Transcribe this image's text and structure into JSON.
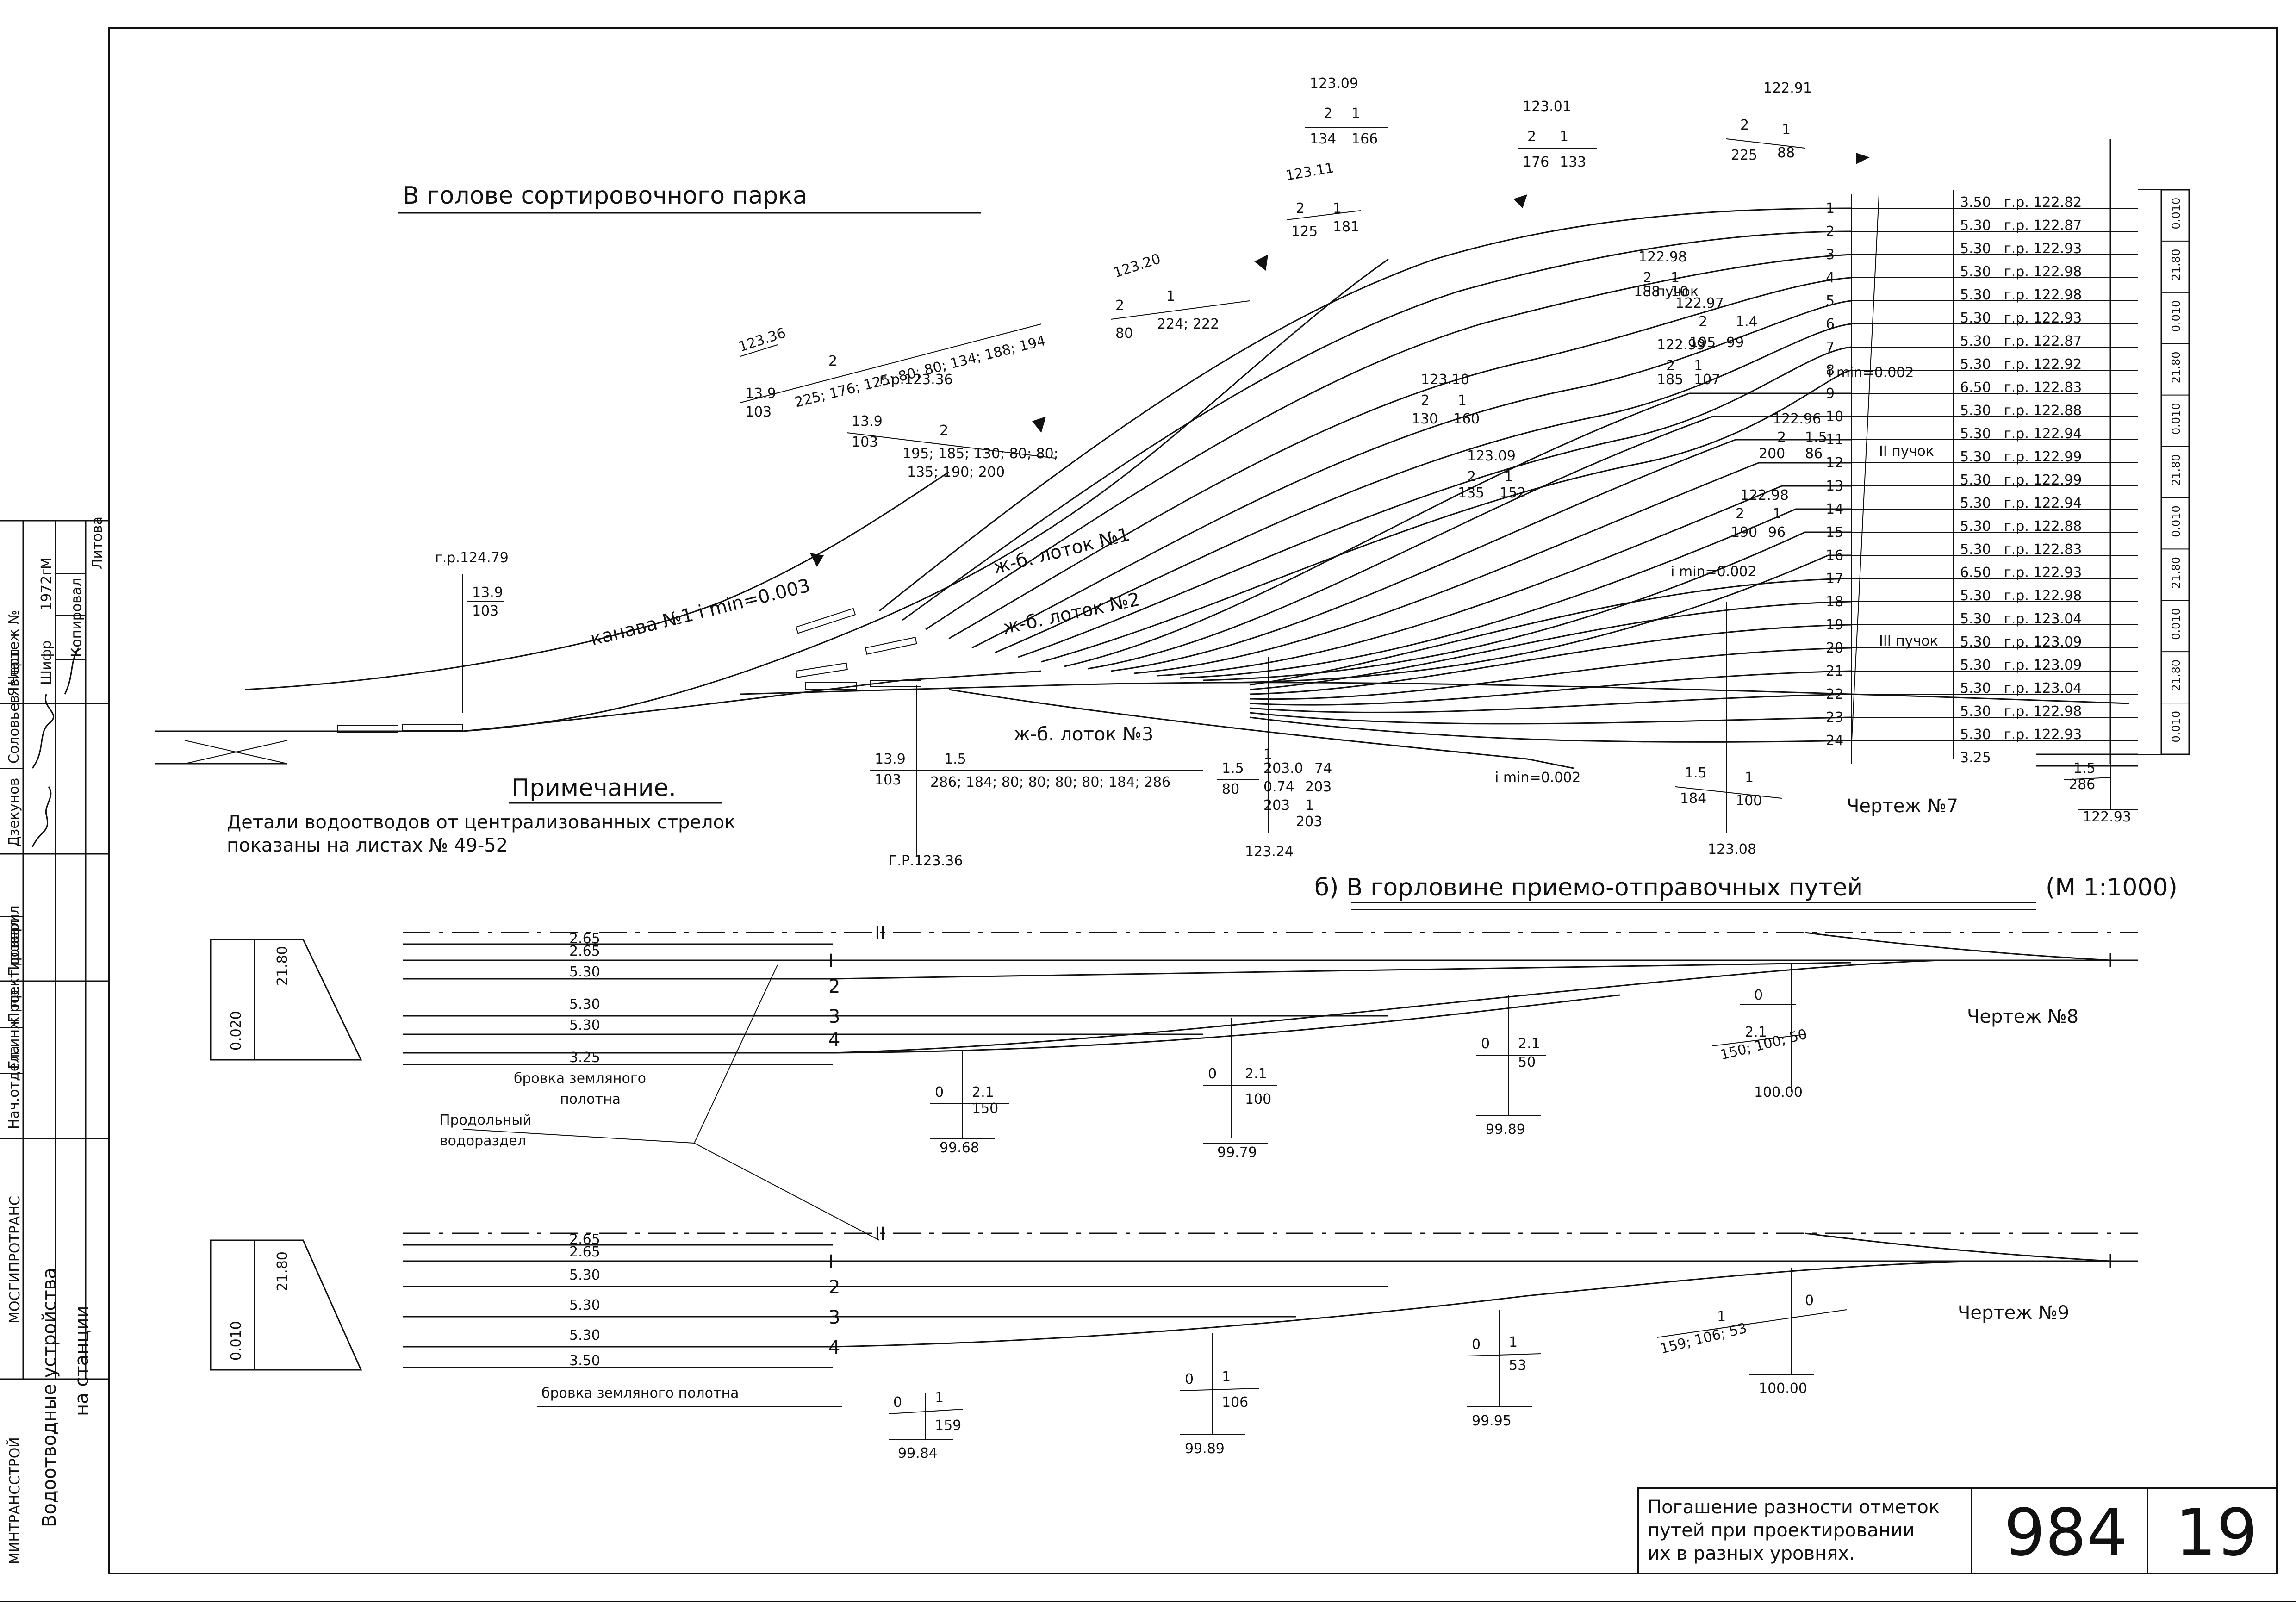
{
  "stamp": {
    "org1": "МИНТРАНССТРОЙ",
    "org2": "МОСГИПРОТРАНС",
    "subject_line1": "Водоотводные устройства",
    "subject_line2": "на станции",
    "rows": [
      {
        "role": "Нач.отдела",
        "name": "Дзекунов"
      },
      {
        "role": "Гл.инж. пр.",
        "name": "Соловьев"
      },
      {
        "role": "Проектировал",
        "name": "Явлаш"
      },
      {
        "role": "Проверил",
        "name": ""
      }
    ],
    "right_rows": [
      "Чертеж №",
      "Шифр",
      "1972г",
      "М",
      "Копировал",
      "Литова"
    ]
  },
  "title_a": "В голове сортировочного парка",
  "title_b": "б) В горловине приемо-отправочных путей",
  "title_b_scale": "(М 1:1000)",
  "note_title": "Примечание.",
  "note_text_1": "Детали водоотводов от централизованных стрелок",
  "note_text_2": "показаны на листах № 49-52",
  "canal_1": "канава №1 i min=0.003",
  "tray_1": "ж-б. лоток №1",
  "tray_2": "ж-б. лоток №2",
  "tray_3": "ж-б. лоток №3",
  "imin_8": "i min=0.002",
  "imin_16": "i min=0.002",
  "imin_24": "i min=0.002",
  "bundles": {
    "b1": "I пучок",
    "b2": "II пучок",
    "b3": "III пучок"
  },
  "track_numbers": [
    "1",
    "2",
    "3",
    "4",
    "5",
    "6",
    "7",
    "8",
    "9",
    "10",
    "11",
    "12",
    "13",
    "14",
    "15",
    "16",
    "17",
    "18",
    "19",
    "20",
    "21",
    "22",
    "23",
    "24"
  ],
  "track_table": [
    {
      "d": "3.50",
      "gr": "г.р. 122.82"
    },
    {
      "d": "5.30",
      "gr": "г.р. 122.87"
    },
    {
      "d": "5.30",
      "gr": "г.р. 122.93"
    },
    {
      "d": "5.30",
      "gr": "г.р. 122.98"
    },
    {
      "d": "5.30",
      "gr": "г.р. 122.98"
    },
    {
      "d": "5.30",
      "gr": "г.р. 122.93"
    },
    {
      "d": "5.30",
      "gr": "г.р. 122.87"
    },
    {
      "d": "5.30",
      "gr": "г.р. 122.92"
    },
    {
      "d": "6.50",
      "gr": "г.р. 122.83"
    },
    {
      "d": "5.30",
      "gr": "г.р. 122.88"
    },
    {
      "d": "5.30",
      "gr": "г.р. 122.94"
    },
    {
      "d": "5.30",
      "gr": "г.р. 122.99"
    },
    {
      "d": "5.30",
      "gr": "г.р. 122.99"
    },
    {
      "d": "5.30",
      "gr": "г.р. 122.94"
    },
    {
      "d": "5.30",
      "gr": "г.р. 122.88"
    },
    {
      "d": "5.30",
      "gr": "г.р. 122.83"
    },
    {
      "d": "6.50",
      "gr": "г.р. 122.93"
    },
    {
      "d": "5.30",
      "gr": "г.р. 122.98"
    },
    {
      "d": "5.30",
      "gr": "г.р. 123.04"
    },
    {
      "d": "5.30",
      "gr": "г.р. 123.09"
    },
    {
      "d": "5.30",
      "gr": "г.р. 123.09"
    },
    {
      "d": "5.30",
      "gr": "г.р. 123.04"
    },
    {
      "d": "5.30",
      "gr": "г.р. 122.98"
    },
    {
      "d": "5.30",
      "gr": "г.р. 122.93"
    }
  ],
  "track_table_last": "3.25",
  "slopes": [
    "0.010",
    "21.80",
    "0.010",
    "21.80",
    "0.010",
    "21.80",
    "0.010",
    "21.80",
    "0.010",
    "21.80",
    "0.010"
  ],
  "marks_a": [
    {
      "top": "123.36",
      "a": "13.9",
      "b": "2",
      "c": "103",
      "d": "225; 176; 125; 80; 80; 134; 188; 194"
    },
    {
      "top": "г.р.123.36",
      "a": "13.9",
      "b": "2",
      "c": "103",
      "d": "195; 185; 130; 80; 80;",
      "e": "135; 190; 200"
    },
    {
      "top": "г.р.124.79",
      "a": "13.9",
      "c": "103"
    },
    {
      "top": "123.20",
      "a": "2",
      "b": "1",
      "c": "80",
      "d": "224; 222"
    },
    {
      "top": "123.11",
      "a": "2",
      "b": "1",
      "c": "125",
      "d": "181"
    },
    {
      "top": "123.09",
      "a": "2",
      "b": "1",
      "c": "134",
      "d": "166"
    },
    {
      "top": "123.01",
      "a": "2",
      "b": "1",
      "c": "176",
      "d": "133"
    },
    {
      "top": "122.91",
      "a": "2",
      "b": "1",
      "c": "225",
      "d": "88"
    },
    {
      "top": "122.98",
      "a": "2",
      "b": "1",
      "c": "188",
      "d": "10"
    },
    {
      "top": "122.97",
      "a": "2",
      "b": "1.4",
      "c": "195",
      "d": "99"
    },
    {
      "top": "122.99",
      "a": "2",
      "b": "1",
      "c": "185",
      "d": "107"
    },
    {
      "top": "123.10",
      "a": "2",
      "b": "1",
      "c": "130",
      "d": "160"
    },
    {
      "top": "122.96",
      "a": "2",
      "b": "1.5",
      "c": "200",
      "d": "86"
    },
    {
      "top": "123.09",
      "a": "2",
      "b": "1",
      "c": "135",
      "d": "152"
    },
    {
      "top": "122.98",
      "a": "2",
      "b": "1",
      "c": "190",
      "d": "96"
    }
  ],
  "bottom_marks_a": [
    {
      "a": "13.9",
      "b": "1.5",
      "c": "103",
      "d": "286; 184; 80; 80; 80; 80; 184; 286",
      "bot": "Г.Р.123.36"
    },
    {
      "a": "1.5",
      "b": "1",
      "c": "80",
      "d": "203.0",
      "e": "0.74",
      "f": "203",
      "g": "203",
      "h": "1",
      "i": "203",
      "bot": "123.24",
      "x1": "74"
    },
    {
      "a": "1.5",
      "b": "1",
      "c": "184",
      "d": "100",
      "bot": "123.08"
    },
    {
      "a": "1.5",
      "c": "286",
      "bot": "122.93"
    }
  ],
  "drawing_7": "Чертеж №7",
  "drawing_8": "Чертеж №8",
  "drawing_9": "Чертеж №9",
  "sec8": {
    "widths": [
      "2.65",
      "2.65",
      "5.30",
      "5.30",
      "5.30",
      "3.25"
    ],
    "tracks": [
      "II",
      "I",
      "2",
      "3",
      "4"
    ],
    "slope1": "0.020",
    "slope2": "21.80",
    "label1": "бровка земляного",
    "label2": "полотна",
    "label3": "Продольный",
    "label4": "водораздел",
    "marks": [
      {
        "a": "0",
        "b": "2.1",
        "c": "150",
        "bot": "99.68"
      },
      {
        "a": "0",
        "b": "2.1",
        "c": "100",
        "bot": "99.79"
      },
      {
        "a": "0",
        "b": "2.1",
        "c": "50",
        "bot": "99.89"
      },
      {
        "a": "0",
        "b": "2.1",
        "c": "150; 100; 50",
        "bot": "100.00"
      }
    ]
  },
  "sec9": {
    "widths": [
      "2.65",
      "2.65",
      "5.30",
      "5.30",
      "5.30",
      "3.50"
    ],
    "tracks": [
      "II",
      "I",
      "2",
      "3",
      "4"
    ],
    "slope1": "0.010",
    "slope2": "21.80",
    "label1": "бровка земляного полотна",
    "marks": [
      {
        "a": "0",
        "b": "1",
        "c": "159",
        "bot": "99.84"
      },
      {
        "a": "0",
        "b": "1",
        "c": "106",
        "bot": "99.89"
      },
      {
        "a": "0",
        "b": "1",
        "c": "53",
        "bot": "99.95"
      },
      {
        "a": "1",
        "b": "0",
        "c": "159; 106; 53",
        "bot": "100.00"
      }
    ]
  },
  "title_block": {
    "text1": "Погашение разности отметок",
    "text2": "путей  при проектировании",
    "text3": "их  в  разных  уровнях.",
    "album": "984",
    "sheet": "19"
  }
}
